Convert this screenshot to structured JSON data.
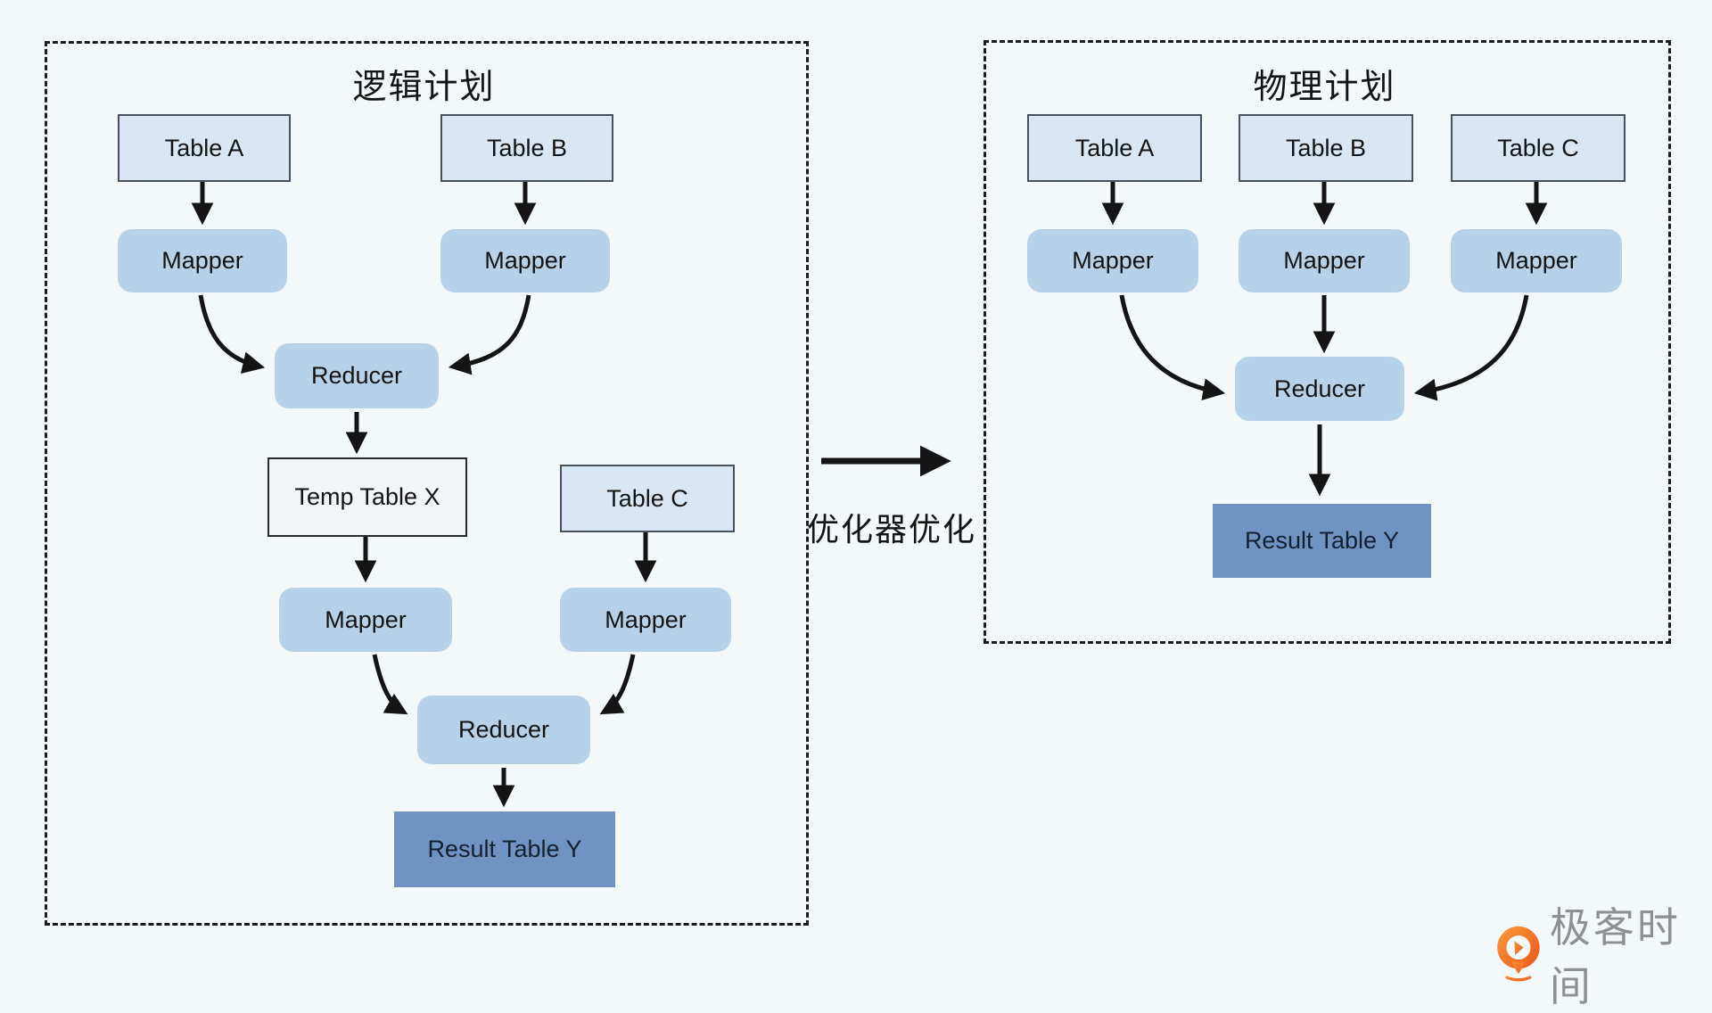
{
  "diagram": {
    "background": "#f3f8fa",
    "logical_plan": {
      "title": "逻辑计划",
      "table_a": "Table A",
      "table_b": "Table B",
      "table_c": "Table C",
      "temp_table_x": "Temp Table X",
      "mapper": "Mapper",
      "reducer": "Reducer",
      "result_table_y": "Result Table Y"
    },
    "physical_plan": {
      "title": "物理计划",
      "table_a": "Table A",
      "table_b": "Table B",
      "table_c": "Table C",
      "mapper": "Mapper",
      "reducer": "Reducer",
      "result_table_y": "Result Table Y"
    },
    "transform_label": "优化器优化",
    "colors": {
      "table_fill": "#d9e6f3",
      "temp_table_fill": "#f3f6f9",
      "process_fill": "#b7d2e8",
      "result_fill": "#6f93c3",
      "arrow": "#141414",
      "dashed_border": "#1b1b1b",
      "logo_orange": "#f5731d",
      "logo_text_gray": "#8d9094"
    }
  },
  "brand": {
    "name": "极客时间"
  }
}
